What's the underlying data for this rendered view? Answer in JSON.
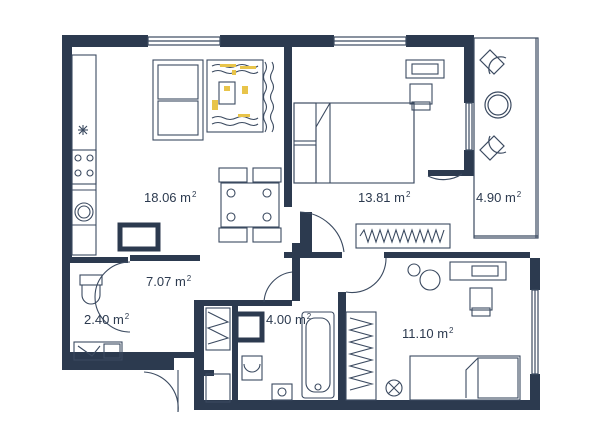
{
  "rooms": [
    {
      "id": "living-kitchen",
      "area": "18.06",
      "unit": "m",
      "exp": "2"
    },
    {
      "id": "bedroom-1",
      "area": "13.81",
      "unit": "m",
      "exp": "2"
    },
    {
      "id": "balcony",
      "area": "4.90",
      "unit": "m",
      "exp": "2"
    },
    {
      "id": "hallway",
      "area": "7.07",
      "unit": "m",
      "exp": "2"
    },
    {
      "id": "bathroom-1",
      "area": "2.40",
      "unit": "m",
      "exp": "2"
    },
    {
      "id": "bathroom-2",
      "area": "4.00",
      "unit": "m",
      "exp": "2"
    },
    {
      "id": "bedroom-2",
      "area": "11.10",
      "unit": "m",
      "exp": "2"
    }
  ],
  "colors": {
    "wall": "#2c3a4f",
    "line": "#3b4a60",
    "accent": "#e8c44a",
    "background": "#ffffff"
  }
}
